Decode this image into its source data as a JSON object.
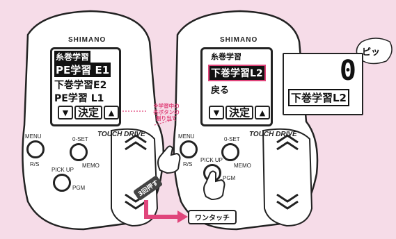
{
  "colors": {
    "background": "#f6dce8",
    "accent": "#e0457b",
    "device": "#ffffff",
    "outline": "#222222"
  },
  "left_device": {
    "brand": "SHIMANO",
    "touchdrive": "TOUCH DRIVE",
    "lcd": {
      "title": "糸巻学習",
      "row1": "PE学習 E1",
      "row2": "下巻学習E2",
      "row3": "PE学習 L1"
    },
    "softkeys": {
      "down": "▼",
      "ok": "決定",
      "up": "▲"
    },
    "buttons": {
      "menu": "MENU",
      "rs": "R/S",
      "oset": "0-SET",
      "memo": "MEMO",
      "pickup": "PICK UP",
      "pgm": "PGM"
    }
  },
  "right_device": {
    "brand": "SHIMANO",
    "touchdrive": "TOUCH DRIVE",
    "lcd": {
      "title": "糸巻学習",
      "row1": "下巻学習L2",
      "row2": "戻る"
    },
    "softkeys": {
      "down": "▼",
      "ok": "決定",
      "up": "▲"
    },
    "buttons": {
      "menu": "MENU",
      "rs": "R/S",
      "oset": "0-SET",
      "memo": "MEMO",
      "pickup": "PICK UP",
      "pgm": "PGM"
    }
  },
  "annotations": {
    "note": "※学習中の\n各ボタンの\n割り当て",
    "press_count": "3回押す",
    "one_touch": "ワンタッチ",
    "beep": "ピッ"
  },
  "zoom_display": {
    "value": "0",
    "label": "下巻学習L2"
  }
}
